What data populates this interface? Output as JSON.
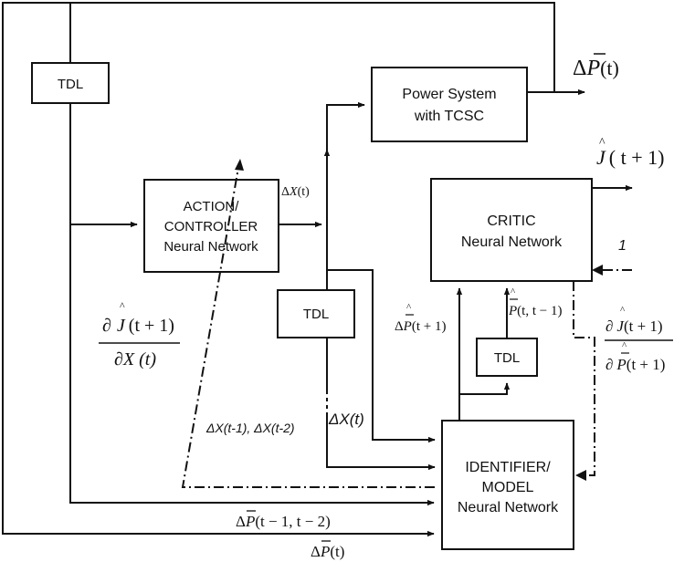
{
  "blocks": {
    "tdl_left": "TDL",
    "power_system": [
      "Power  System",
      "with TCSC"
    ],
    "action": [
      "ACTION/",
      "CONTROLLER",
      "Neural Network"
    ],
    "critic": [
      "CRITIC",
      "Neural Network"
    ],
    "tdl_mid": "TDL",
    "tdl_right": "TDL",
    "identifier": [
      "IDENTIFIER/",
      "MODEL",
      "Neural Network"
    ]
  },
  "signals": {
    "p_out": {
      "delta": "Δ",
      "var": "P",
      "arg": "(t)"
    },
    "j_out": {
      "var": "J",
      "arg": "( t + 1)"
    },
    "critic_in_one": "1",
    "dx_top": {
      "delta": "Δ",
      "var": "X",
      "arg": "(t)"
    },
    "phat_t1": {
      "delta": "Δ",
      "var": "P",
      "arg": "(t + 1)"
    },
    "p_tt1": {
      "var": "P",
      "arg": "(t, t − 1)"
    },
    "djdx": {
      "num_d": "∂",
      "num_var": "J",
      "num_arg": "(t + 1)",
      "den": "∂X (t)"
    },
    "djdp": {
      "num_d": "∂",
      "num_var": "J",
      "num_arg": "(t + 1)",
      "den_d": "∂",
      "den_var": "P",
      "den_arg": "(t + 1)"
    },
    "dx_hist": "ΔX(t-1), ΔX(t-2)",
    "dx_mid": "ΔX(t)",
    "p_t1t2": {
      "delta": "Δ",
      "var": "P",
      "arg": "(t − 1, t − 2)"
    },
    "p_bottom": {
      "delta": "Δ",
      "var": "P",
      "arg": "(t)"
    }
  }
}
